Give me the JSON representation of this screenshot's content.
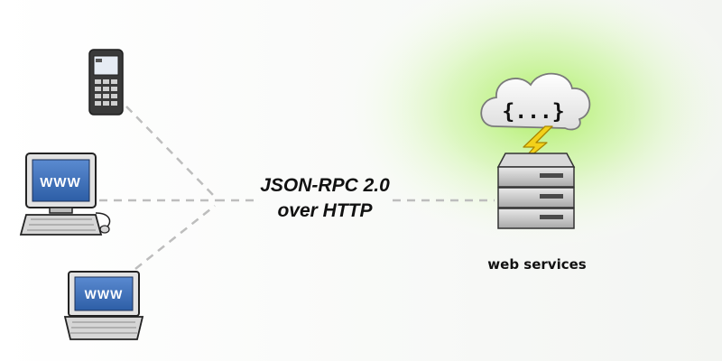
{
  "protocol": {
    "line1": "JSON-RPC 2.0",
    "line2": "over HTTP"
  },
  "server": {
    "label": "web services",
    "cloud_text": "{...}"
  },
  "clients": [
    {
      "kind": "mobile phone",
      "screen_text": ""
    },
    {
      "kind": "desktop computer",
      "screen_text": "WWW"
    },
    {
      "kind": "laptop",
      "screen_text": "WWW"
    }
  ],
  "colors": {
    "glow": "#a8ee58",
    "connector": "#bdbdbd",
    "screen": "#3f6fb0",
    "bolt": "#f2d11a",
    "device_body": "#dcdcdc"
  },
  "icons": [
    "phone-icon",
    "desktop-icon",
    "laptop-icon",
    "cloud-icon",
    "lightning-icon",
    "server-stack-icon"
  ]
}
